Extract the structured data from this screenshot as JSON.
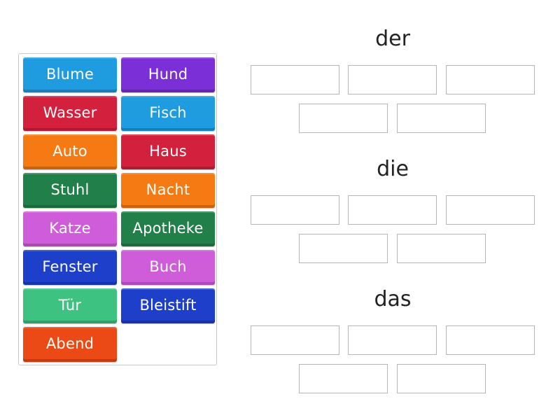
{
  "tiles": [
    {
      "label": "Blume",
      "color": "#1f9be0"
    },
    {
      "label": "Hund",
      "color": "#7b2fd6"
    },
    {
      "label": "Wasser",
      "color": "#d3203c"
    },
    {
      "label": "Fisch",
      "color": "#1f9be0"
    },
    {
      "label": "Auto",
      "color": "#f57a14"
    },
    {
      "label": "Haus",
      "color": "#d3203c"
    },
    {
      "label": "Stuhl",
      "color": "#21804a"
    },
    {
      "label": "Nacht",
      "color": "#f57a14"
    },
    {
      "label": "Katze",
      "color": "#cf5cd8"
    },
    {
      "label": "Apotheke",
      "color": "#21804a"
    },
    {
      "label": "Fenster",
      "color": "#1d3fca"
    },
    {
      "label": "Buch",
      "color": "#cf5cd8"
    },
    {
      "label": "Tür",
      "color": "#3ec281"
    },
    {
      "label": "Bleistift",
      "color": "#1d3fca"
    },
    {
      "label": "Abend",
      "color": "#eb4a16"
    }
  ],
  "groups": [
    {
      "heading": "der",
      "slots": 5
    },
    {
      "heading": "die",
      "slots": 5
    },
    {
      "heading": "das",
      "slots": 5
    }
  ]
}
